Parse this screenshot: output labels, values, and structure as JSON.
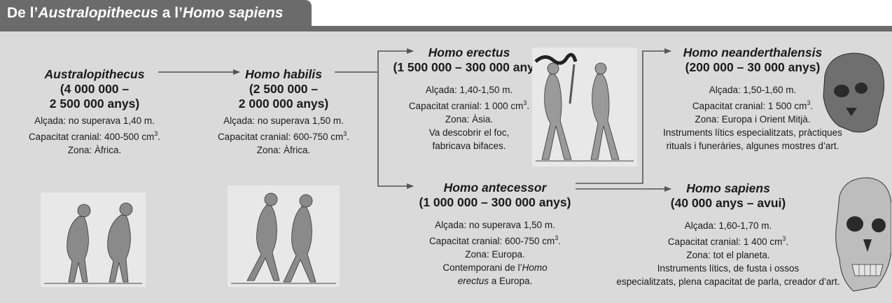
{
  "title": {
    "prefix": "De l’",
    "genus": "Australopithecus",
    "middle": " a l’",
    "species": "Homo sapiens"
  },
  "species": {
    "australopithecus": {
      "name": "Australopithecus",
      "dates_line1": "(4 000 000 –",
      "dates_line2": "2 500 000 anys)",
      "height": "Alçada: no superava 1,40 m.",
      "cranial_prefix": "Capacitat cranial: 400-500 cm",
      "cranial_sup": "3",
      "cranial_suffix": ".",
      "zone": "Zona: Àfrica."
    },
    "habilis": {
      "name": "Homo habilis",
      "dates_line1": "(2 500 000 –",
      "dates_line2": "2 000 000 anys)",
      "height": "Alçada: no superava 1,50 m.",
      "cranial_prefix": "Capacitat cranial: 600-750 cm",
      "cranial_sup": "3",
      "cranial_suffix": ".",
      "zone": "Zona: Àfrica."
    },
    "erectus": {
      "name": "Homo erectus",
      "dates": "(1 500 000 – 300 000 anys)",
      "height": "Alçada: 1,40-1,50 m.",
      "cranial_prefix": "Capacitat cranial: 1 000 cm",
      "cranial_sup": "3",
      "cranial_suffix": ".",
      "zone": "Zona: Àsia.",
      "note1": "Va descobrir el foc,",
      "note2": "fabricava bifaces."
    },
    "antecessor": {
      "name": "Homo antecessor",
      "dates": "(1 000 000 – 300 000 anys)",
      "height": "Alçada: no superava 1,50 m.",
      "cranial_prefix": "Capacitat cranial: 600-750 cm",
      "cranial_sup": "3",
      "cranial_suffix": ".",
      "zone": "Zona: Europa.",
      "note1_prefix": "Contemporani de l’",
      "note1_italic": "Homo",
      "note2_italic": "erectus",
      "note2_suffix": " a Europa."
    },
    "neanderthalensis": {
      "name": "Homo neanderthalensis",
      "dates": "(200 000 – 30 000 anys)",
      "height": "Alçada: 1,50-1,60 m.",
      "cranial_prefix": "Capacitat cranial: 1 500 cm",
      "cranial_sup": "3",
      "cranial_suffix": ".",
      "zone": "Zona: Europa i Orient Mitjà.",
      "note1": "Instruments lítics especialitzats, pràctiques",
      "note2": "rituals i funeràries, algunes mostres d’art."
    },
    "sapiens": {
      "name": "Homo sapiens",
      "dates": "(40 000 anys – avui)",
      "height": "Alçada: 1,60-1,70 m.",
      "cranial_prefix": "Capacitat cranial: 1 400 cm",
      "cranial_sup": "3",
      "cranial_suffix": ".",
      "zone": "Zona: tot el planeta.",
      "note1": "Instruments lítics, de fusta i ossos",
      "note2": "especialitzats, plena capacitat de parla, creador d’art."
    }
  },
  "colors": {
    "header": "#6b6b6b",
    "panel": "#dadada",
    "arrow": "#555555",
    "figure": "#8a8a8a"
  }
}
